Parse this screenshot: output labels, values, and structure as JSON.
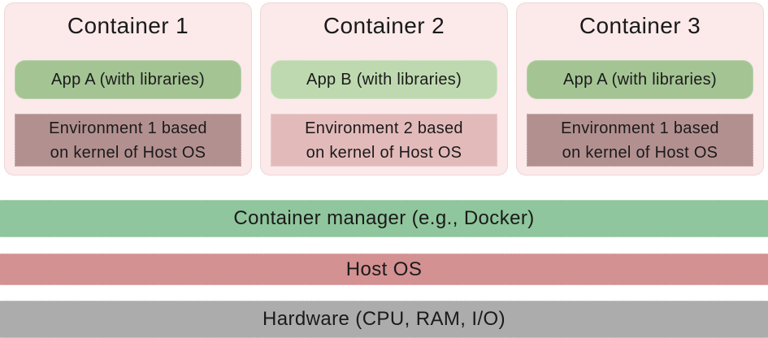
{
  "colors": {
    "page_bg": "#ffffff",
    "container_bg": "#fce9ea",
    "text": "#1a1a1a"
  },
  "containers": [
    {
      "title": "Container 1",
      "app_label": "App A (with libraries)",
      "app_color": "#a4c494",
      "env_lines": [
        "Environment 1 based",
        "on kernel of Host OS"
      ],
      "env_color": "#b39090"
    },
    {
      "title": "Container 2",
      "app_label": "App B (with libraries)",
      "app_color": "#bed9af",
      "env_lines": [
        "Environment 2 based",
        "on kernel of Host OS"
      ],
      "env_color": "#e3baba"
    },
    {
      "title": "Container 3",
      "app_label": "App A (with libraries)",
      "app_color": "#a4c494",
      "env_lines": [
        "Environment 1 based",
        "on kernel of Host OS"
      ],
      "env_color": "#b39090"
    }
  ],
  "layers": [
    {
      "label": "Container manager (e.g., Docker)",
      "color": "#90c69d"
    },
    {
      "label": "Host OS",
      "color": "#d49192"
    },
    {
      "label": "Hardware (CPU, RAM, I/O)",
      "color": "#acacac"
    }
  ]
}
